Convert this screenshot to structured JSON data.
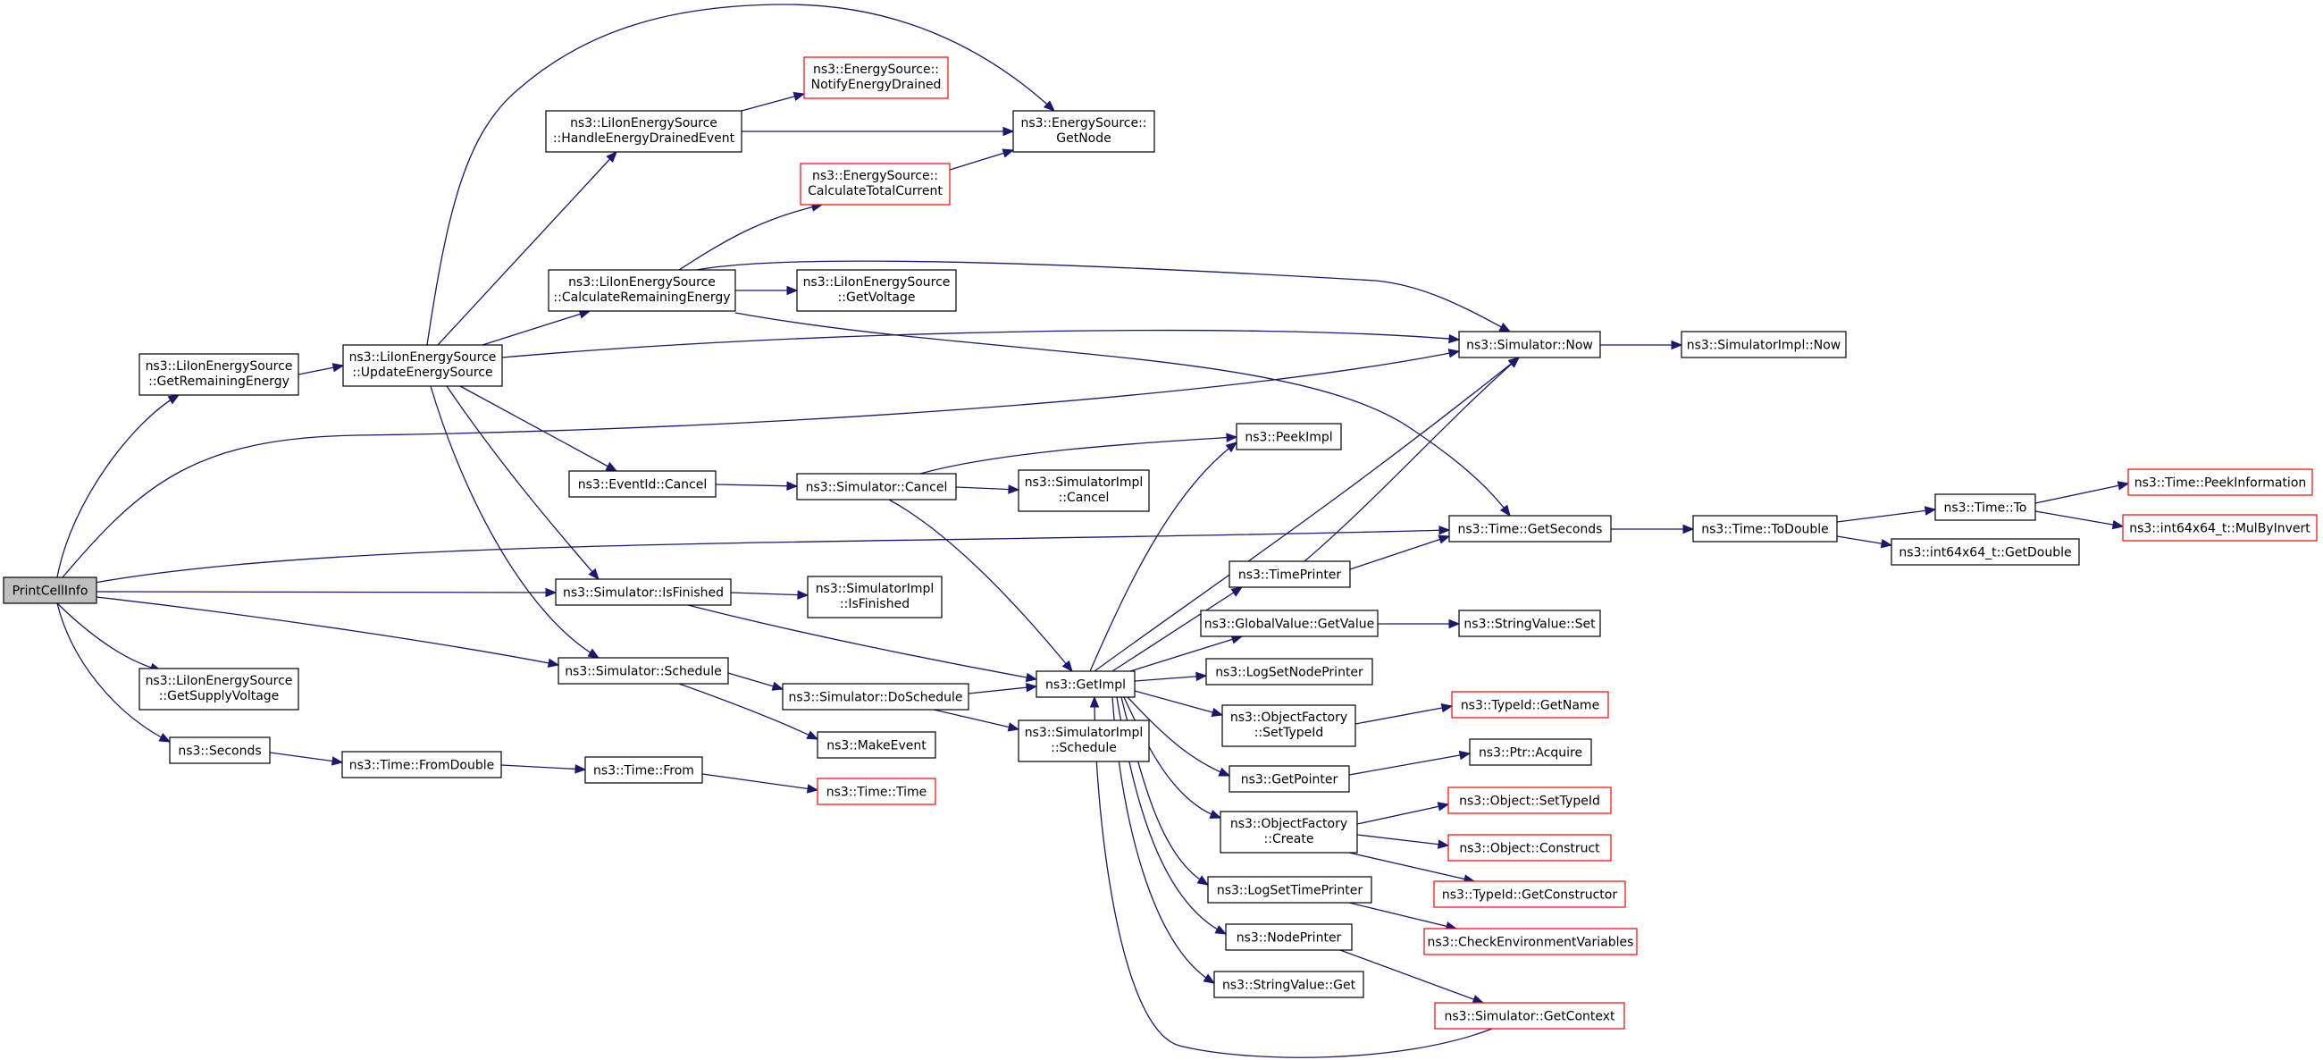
{
  "colors": {
    "edge": "#191970",
    "node_border": "#000000",
    "external_border": "#ff0000",
    "root_fill": "#bfbfbf"
  },
  "nodes": {
    "printcellinfo": [
      "PrintCellInfo"
    ],
    "getremainingenergy": [
      "ns3::LiIonEnergySource",
      "::GetRemainingEnergy"
    ],
    "updateenergysource": [
      "ns3::LiIonEnergySource",
      "::UpdateEnergySource"
    ],
    "handleenergydrainedevent": [
      "ns3::LiIonEnergySource",
      "::HandleEnergyDrainedEvent"
    ],
    "notifyenergydrained": [
      "ns3::EnergySource::",
      "NotifyEnergyDrained"
    ],
    "getnode": [
      "ns3::EnergySource::",
      "GetNode"
    ],
    "calculatetotalcurrent": [
      "ns3::EnergySource::",
      "CalculateTotalCurrent"
    ],
    "calculateremainingenergy": [
      "ns3::LiIonEnergySource",
      "::CalculateRemainingEnergy"
    ],
    "getvoltage": [
      "ns3::LiIonEnergySource",
      "::GetVoltage"
    ],
    "simulator_now": [
      "ns3::Simulator::Now"
    ],
    "simulatorimpl_now": [
      "ns3::SimulatorImpl::Now"
    ],
    "peekimpl": [
      "ns3::PeekImpl"
    ],
    "eventid_cancel": [
      "ns3::EventId::Cancel"
    ],
    "simulator_cancel": [
      "ns3::Simulator::Cancel"
    ],
    "simulatorimpl_cancel": [
      "ns3::SimulatorImpl",
      "::Cancel"
    ],
    "time_getseconds": [
      "ns3::Time::GetSeconds"
    ],
    "time_todouble": [
      "ns3::Time::ToDouble"
    ],
    "time_to": [
      "ns3::Time::To"
    ],
    "time_peekinformation": [
      "ns3::Time::PeekInformation"
    ],
    "int64x64_mulbyinvert": [
      "ns3::int64x64_t::MulByInvert"
    ],
    "int64x64_getdouble": [
      "ns3::int64x64_t::GetDouble"
    ],
    "timeprinter": [
      "ns3::TimePrinter"
    ],
    "simulator_isfinished": [
      "ns3::Simulator::IsFinished"
    ],
    "simulatorimpl_isfinished": [
      "ns3::SimulatorImpl",
      "::IsFinished"
    ],
    "globalvalue_getvalue": [
      "ns3::GlobalValue::GetValue"
    ],
    "stringvalue_set": [
      "ns3::StringValue::Set"
    ],
    "getsupplyvoltage": [
      "ns3::LiIonEnergySource",
      "::GetSupplyVoltage"
    ],
    "simulator_schedule": [
      "ns3::Simulator::Schedule"
    ],
    "simulator_doschedule": [
      "ns3::Simulator::DoSchedule"
    ],
    "getimpl": [
      "ns3::GetImpl"
    ],
    "logsetnodeprinter": [
      "ns3::LogSetNodePrinter"
    ],
    "objectfactory_settypeid": [
      "ns3::ObjectFactory",
      "::SetTypeId"
    ],
    "typeid_getname": [
      "ns3::TypeId::GetName"
    ],
    "makeevent": [
      "ns3::MakeEvent"
    ],
    "simulatorimpl_schedule": [
      "ns3::SimulatorImpl",
      "::Schedule"
    ],
    "seconds": [
      "ns3::Seconds"
    ],
    "time_fromdouble": [
      "ns3::Time::FromDouble"
    ],
    "time_from": [
      "ns3::Time::From"
    ],
    "time_time": [
      "ns3::Time::Time"
    ],
    "getpointer": [
      "ns3::GetPointer"
    ],
    "ptr_acquire": [
      "ns3::Ptr::Acquire"
    ],
    "object_settypeid": [
      "ns3::Object::SetTypeId"
    ],
    "objectfactory_create": [
      "ns3::ObjectFactory",
      "::Create"
    ],
    "object_construct": [
      "ns3::Object::Construct"
    ],
    "typeid_getconstructor": [
      "ns3::TypeId::GetConstructor"
    ],
    "logsettimeprinter": [
      "ns3::LogSetTimePrinter"
    ],
    "checkenvironmentvariables": [
      "ns3::CheckEnvironmentVariables"
    ],
    "nodeprinter": [
      "ns3::NodePrinter"
    ],
    "stringvalue_get": [
      "ns3::StringValue::Get"
    ],
    "simulator_getcontext": [
      "ns3::Simulator::GetContext"
    ]
  }
}
